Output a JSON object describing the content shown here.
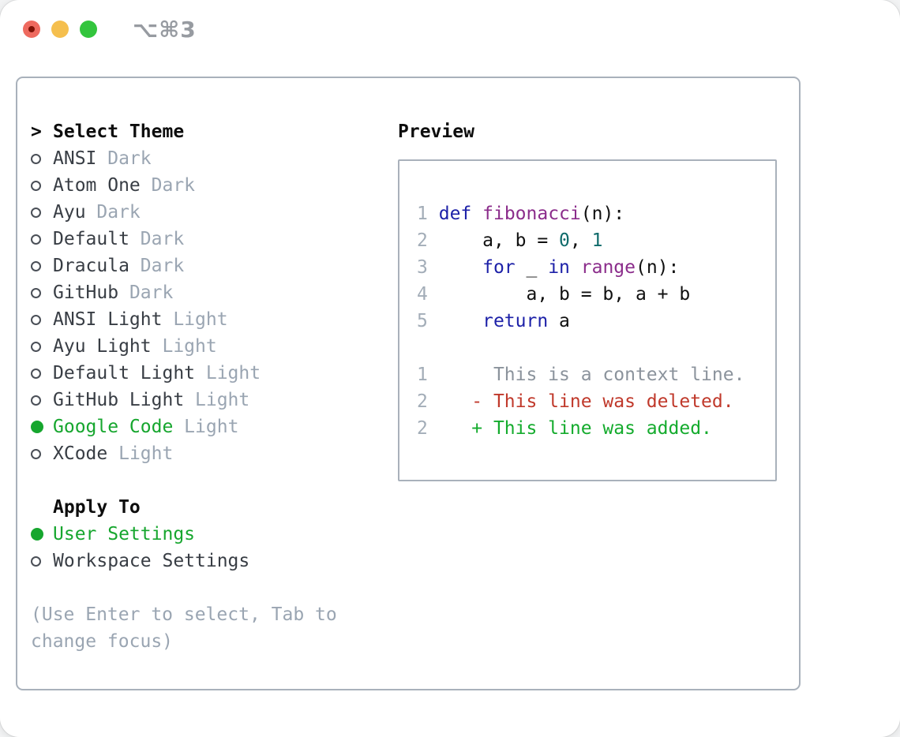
{
  "window": {
    "title": "⌥⌘3",
    "traffic_lights": [
      "close",
      "minimize",
      "zoom"
    ]
  },
  "theme_list": {
    "cursor": ">",
    "header": "Select Theme",
    "items": [
      {
        "name": "ANSI",
        "variant": "Dark",
        "selected": false
      },
      {
        "name": "Atom One",
        "variant": "Dark",
        "selected": false
      },
      {
        "name": "Ayu",
        "variant": "Dark",
        "selected": false
      },
      {
        "name": "Default",
        "variant": "Dark",
        "selected": false
      },
      {
        "name": "Dracula",
        "variant": "Dark",
        "selected": false
      },
      {
        "name": "GitHub",
        "variant": "Dark",
        "selected": false
      },
      {
        "name": "ANSI Light",
        "variant": "Light",
        "selected": false
      },
      {
        "name": "Ayu Light",
        "variant": "Light",
        "selected": false
      },
      {
        "name": "Default Light",
        "variant": "Light",
        "selected": false
      },
      {
        "name": "GitHub Light",
        "variant": "Light",
        "selected": false
      },
      {
        "name": "Google Code",
        "variant": "Light",
        "selected": true
      },
      {
        "name": "XCode",
        "variant": "Light",
        "selected": false
      }
    ]
  },
  "apply_to": {
    "header": "Apply To",
    "options": [
      {
        "label": "User Settings",
        "selected": true
      },
      {
        "label": "Workspace Settings",
        "selected": false
      }
    ]
  },
  "help": {
    "line1": "(Use Enter to select, Tab to",
    "line2": "change focus)"
  },
  "preview": {
    "header": "Preview",
    "lines": [
      [
        [
          "num",
          "1"
        ],
        [
          "plain",
          " "
        ],
        [
          "kw",
          "def"
        ],
        [
          "plain",
          " "
        ],
        [
          "fn",
          "fibonacci"
        ],
        [
          "plain",
          "(n):"
        ]
      ],
      [
        [
          "num",
          "2"
        ],
        [
          "plain",
          "     a, b = "
        ],
        [
          "lit",
          "0"
        ],
        [
          "plain",
          ", "
        ],
        [
          "lit",
          "1"
        ]
      ],
      [
        [
          "num",
          "3"
        ],
        [
          "plain",
          "     "
        ],
        [
          "kw",
          "for"
        ],
        [
          "plain",
          " _ "
        ],
        [
          "kw",
          "in"
        ],
        [
          "plain",
          " "
        ],
        [
          "fn",
          "range"
        ],
        [
          "plain",
          "(n):"
        ]
      ],
      [
        [
          "num",
          "4"
        ],
        [
          "plain",
          "         a, b = b, a + b"
        ]
      ],
      [
        [
          "num",
          "5"
        ],
        [
          "plain",
          "     "
        ],
        [
          "kw",
          "return"
        ],
        [
          "plain",
          " a"
        ]
      ],
      [],
      [
        [
          "num",
          "1"
        ],
        [
          "ctx",
          "      This is a context line."
        ]
      ],
      [
        [
          "num",
          "2"
        ],
        [
          "plain",
          "    "
        ],
        [
          "del",
          "- This line was deleted."
        ]
      ],
      [
        [
          "num",
          "2"
        ],
        [
          "plain",
          "    "
        ],
        [
          "add",
          "+ This line was added."
        ]
      ]
    ]
  },
  "colors": {
    "accent_green": "#16a62e",
    "keyword_blue": "#1d21a8",
    "function_purple": "#8b2d8b",
    "literal_teal": "#0f6b6b",
    "deleted_red": "#c0392b",
    "added_green": "#14ab2d",
    "muted_gray": "#9aa5b2",
    "context_gray": "#8b939c",
    "line_number_gray": "#a3adb8",
    "border_gray": "#a9b1bb",
    "text_dark": "#383d44",
    "header_black": "#0d0d0d"
  }
}
